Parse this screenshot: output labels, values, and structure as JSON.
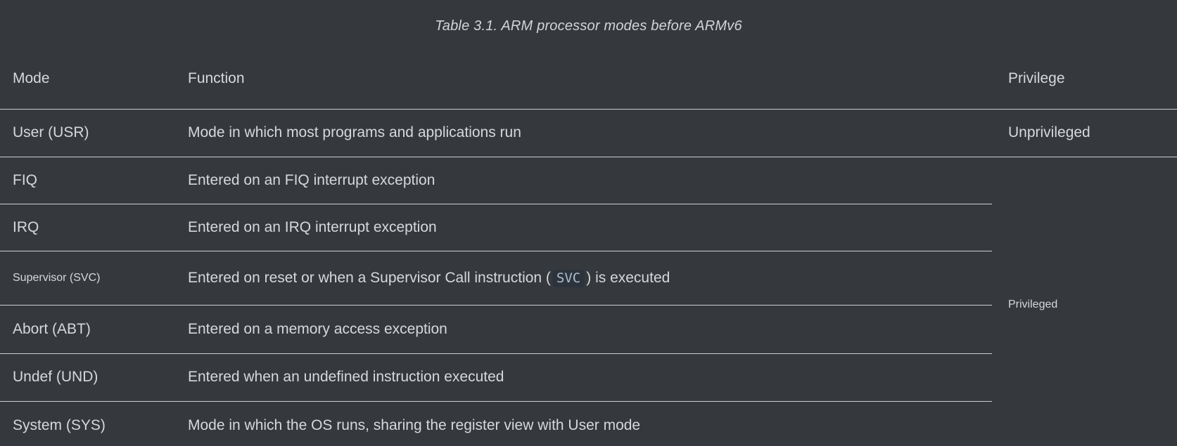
{
  "table": {
    "title": "Table 3.1. ARM processor modes before ARMv6",
    "columns": {
      "mode": "Mode",
      "function": "Function",
      "privilege": "Privilege"
    },
    "rows": [
      {
        "mode": "User (USR)",
        "function": "Mode in which most programs and applications run"
      },
      {
        "mode": "FIQ",
        "function": "Entered on an FIQ interrupt exception"
      },
      {
        "mode": "IRQ",
        "function": "Entered on an IRQ interrupt exception"
      },
      {
        "mode": "Supervisor (SVC)",
        "function_before": "Entered on reset or when a Supervisor Call instruction (",
        "function_code": "SVC",
        "function_after": ") is executed"
      },
      {
        "mode": "Abort (ABT)",
        "function": "Entered on a memory access exception"
      },
      {
        "mode": "Undef (UND)",
        "function": "Entered when an undefined instruction executed"
      },
      {
        "mode": "System (SYS)",
        "function": "Mode in which the OS runs, sharing the register view with User mode"
      }
    ],
    "privilege_values": {
      "unprivileged": "Unprivileged",
      "privileged": "Privileged"
    }
  },
  "colors": {
    "background": "#35393e",
    "body_text": "#d6d8da",
    "heading_text": "#e2e4e6",
    "separator_line": "#cdcfd1",
    "inline_code_text": "#a9bccf",
    "inline_code_background": "#2d333c"
  }
}
